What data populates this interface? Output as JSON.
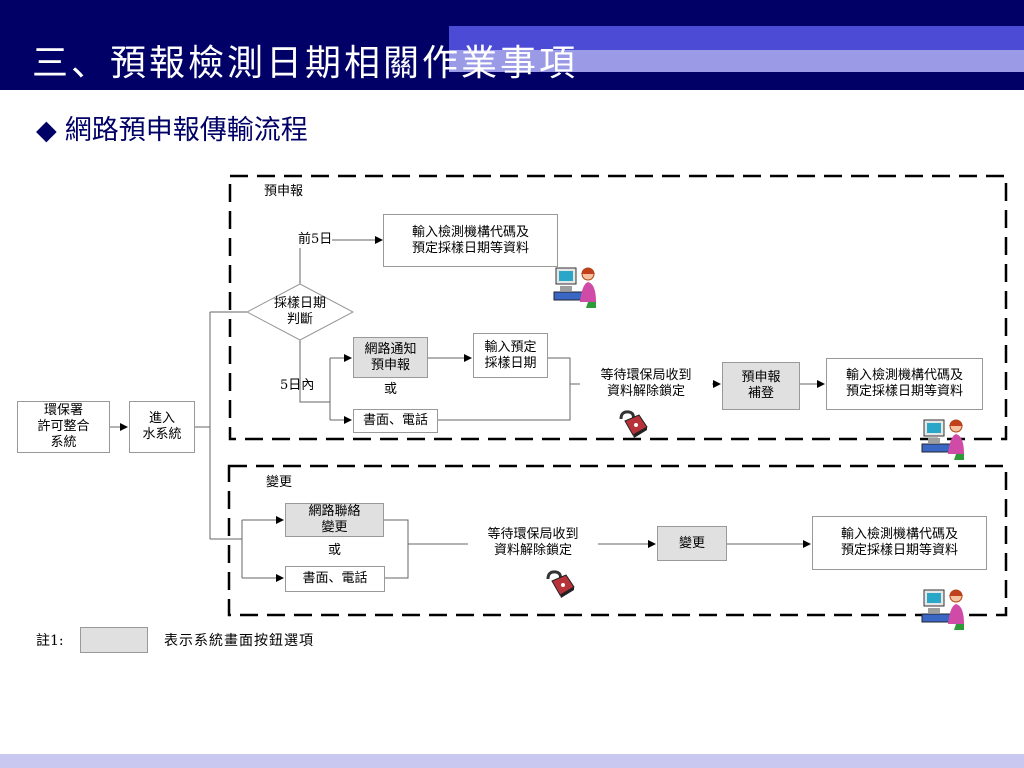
{
  "slide": {
    "title": "三、預報檢測日期相關作業事項",
    "subtitle": "網路預申報傳輸流程",
    "bullet": "◆"
  },
  "flow": {
    "source_box": "環保署\n許可整合\n系統",
    "enter_box": "進入\n水系統",
    "preregister": {
      "group_label": "預申報",
      "decision": "採樣日期\n判斷",
      "branch_before": "前5日",
      "branch_within": "5日內",
      "input_agency_top": "輸入檢測機構代碼及\n預定採樣日期等資料",
      "online_notice_btn": "網路通知\n預申報",
      "or_label": "或",
      "paper_phone": "書面、電話",
      "input_date": "輸入預定\n採樣日期",
      "wait_unlock": "等待環保局收到\n資料解除鎖定",
      "supplement_btn": "預申報\n補登",
      "input_agency_right": "輸入檢測機構代碼及\n預定採樣日期等資料"
    },
    "change": {
      "group_label": "變更",
      "online_contact_btn": "網路聯絡\n變更",
      "or_label": "或",
      "paper_phone": "書面、電話",
      "wait_unlock": "等待環保局收到\n資料解除鎖定",
      "change_btn": "變更",
      "input_agency": "輸入檢測機構代碼及\n預定採樣日期等資料"
    }
  },
  "legend": {
    "note_label": "註1:",
    "description": "表示系統畫面按鈕選項"
  },
  "icons": {
    "user": "computer-user-icon",
    "lock": "padlock-icon"
  },
  "colors": {
    "header": "#000066",
    "stripe_mid": "#4b4bd6",
    "stripe_light": "#9a9ae6",
    "button_fill": "#e0e0e0"
  }
}
